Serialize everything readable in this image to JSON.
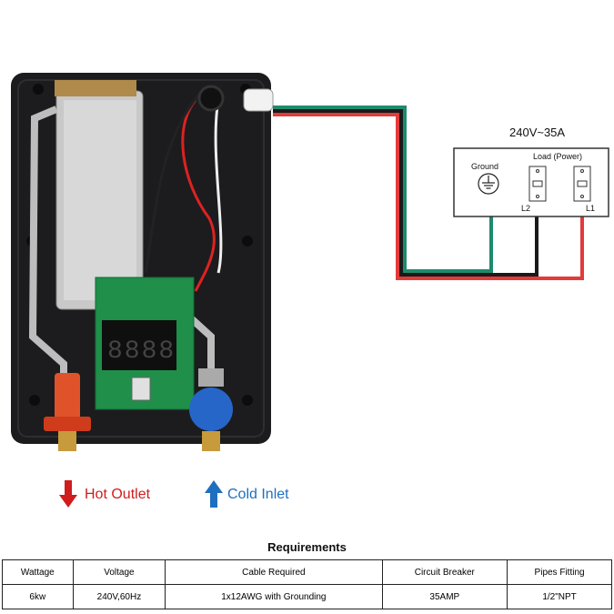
{
  "diagram": {
    "supply_label": "240V~35A",
    "ground_label": "Ground",
    "load_label": "Load (Power)",
    "l2_label": "L2",
    "l1_label": "L1",
    "hot_outlet_label": "Hot Outlet",
    "cold_inlet_label": "Cold Inlet",
    "colors": {
      "ground_wire": "#1f8a6e",
      "l2_wire": "#1a1a1a",
      "l1_wire": "#e23b3b",
      "hot_arrow": "#d01c1c",
      "cold_arrow": "#1f6fc0",
      "pcb": "#1f8f4a"
    }
  },
  "requirements": {
    "title": "Requirements",
    "headers": [
      "Wattage",
      "Voltage",
      "Cable Required",
      "Circuit Breaker",
      "Pipes Fitting"
    ],
    "values": [
      "6kw",
      "240V,60Hz",
      "1x12AWG with Grounding",
      "35AMP",
      "1/2\"NPT"
    ]
  }
}
